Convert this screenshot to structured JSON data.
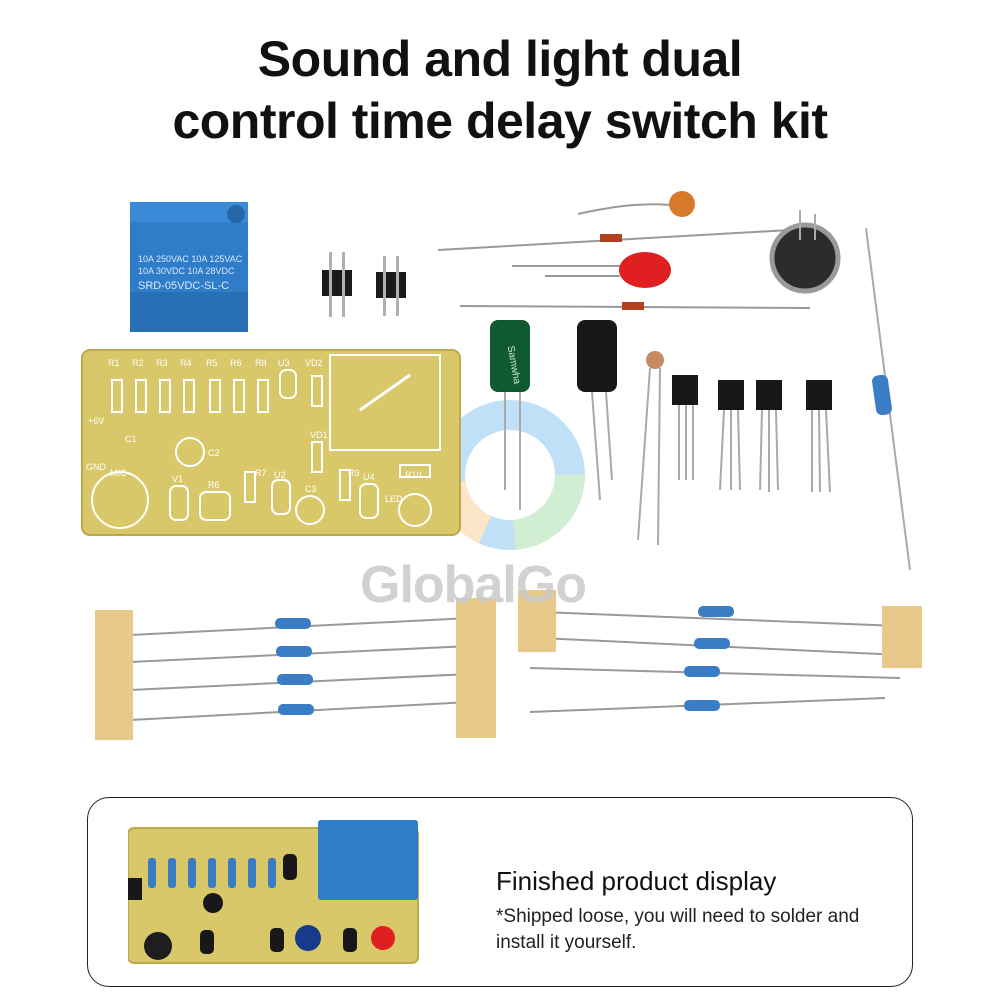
{
  "header": {
    "title_line1": "Sound and light dual",
    "title_line2": "control time delay switch kit"
  },
  "watermark": {
    "text": "GlobalGo"
  },
  "relay": {
    "line1": "10A 250VAC 10A 125VAC",
    "line2": "10A  30VDC 10A  28VDC",
    "model": "SRD-05VDC-SL-C"
  },
  "pcb": {
    "labels": [
      "R1",
      "R2",
      "R3",
      "R4",
      "R5",
      "R6",
      "R8",
      "U3",
      "VD2",
      "C1",
      "C2",
      "MIC",
      "V1",
      "R6",
      "R7",
      "U2",
      "C3",
      "VD1",
      "R9",
      "U4",
      "R10",
      "LED",
      "+6V",
      "GND"
    ]
  },
  "capacitor_large": {
    "text": "Samwha"
  },
  "finished": {
    "heading": "Finished product display",
    "note": "*Shipped loose, you will need to solder and install it yourself."
  },
  "colors": {
    "pcb": "#d8c86a",
    "relay": "#2f7cc8",
    "tape": "#e8c98a"
  }
}
